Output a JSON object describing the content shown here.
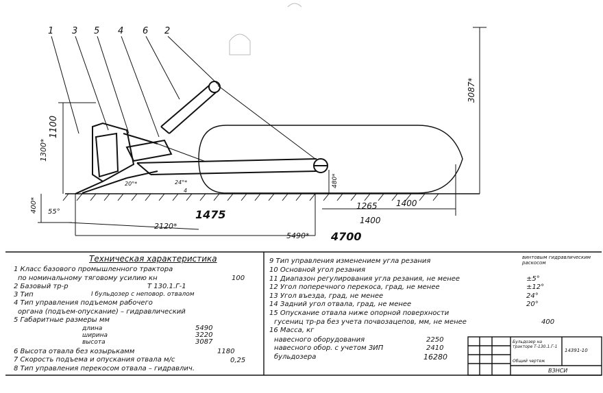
{
  "drawing": {
    "callouts": [
      "1",
      "3",
      "5",
      "4",
      "6",
      "2"
    ],
    "dimensions": {
      "height_total": "3087*",
      "height_1300": "1300*",
      "height_1100": "1100",
      "height_400": "400*",
      "height_480": "480*",
      "angle_55": "55°",
      "angle_20": "20°*",
      "angle_24": "24°*",
      "len_2120": "2120*",
      "len_1475": "1475",
      "len_1265": "1265",
      "len_1400_a": "1400",
      "len_1400_b": "1400",
      "len_5490": "5490*",
      "len_4700": "4700",
      "tiny_mark": "4"
    }
  },
  "specs": {
    "title": "Техническая характеристика",
    "left": [
      {
        "label": "1 Класс базового промышленного трактора",
        "value": ""
      },
      {
        "label": "по номинальному тяговому усилию кн",
        "value": "100"
      },
      {
        "label": "2 Базовый тр-р",
        "value": "Т 130.1.Г-1"
      },
      {
        "label": "3 Тип",
        "value": "I бульдозер с неповор. отвалом"
      },
      {
        "label": "4 Тип управления подъемом рабочего",
        "value": ""
      },
      {
        "label": "органа (подъем-опускание) – гидравлический",
        "value": ""
      },
      {
        "label": "5 Габаритные размеры мм",
        "value": ""
      }
    ],
    "gabarit": [
      {
        "label": "длина",
        "value": "5490"
      },
      {
        "label": "ширина",
        "value": "3220"
      },
      {
        "label": "высота",
        "value": "3087"
      }
    ],
    "left_bottom": [
      {
        "label": "6 Высота отвала без козырькамм",
        "value": "1180"
      },
      {
        "label": "7 Скорость подъема и опускания отвала м/с",
        "value": "0,25"
      },
      {
        "label": "8 Тип управления перекосом отвала – гидравлич.",
        "value": ""
      }
    ],
    "right": [
      {
        "label": "9 Тип управления изменением угла резания",
        "value": "винтовым гидравлическим раскосом"
      },
      {
        "label": "10 Основной угол резания",
        "value": ""
      },
      {
        "label": "11 Диапазон регулирования угла резания, не менее",
        "value": "±5°"
      },
      {
        "label": "12 Угол поперечного перекоса, град, не менее",
        "value": "±12°"
      },
      {
        "label": "13 Угол въезда, град, не менее",
        "value": "24°"
      },
      {
        "label": "14 Задний угол отвала, град, не менее",
        "value": "20°"
      },
      {
        "label": "15 Опускание отвала ниже опорной поверхности",
        "value": ""
      },
      {
        "label": "гусениц тр-ра без учета почвозацепов, мм, не менее",
        "value": "400"
      },
      {
        "label": "16 Масса, кг",
        "value": ""
      }
    ],
    "mass": [
      {
        "label": "навесного оборудования",
        "value": "2250"
      },
      {
        "label": "навесного обор. с учетом ЗИП",
        "value": "2410"
      },
      {
        "label": "бульдозера",
        "value": "16280"
      }
    ]
  },
  "stamp": {
    "name": "Бульдозер на тракторе Т-130.1.Г-1",
    "sub": "Общий чертеж",
    "code": "14391-10",
    "org": "ВЗНСИ"
  }
}
